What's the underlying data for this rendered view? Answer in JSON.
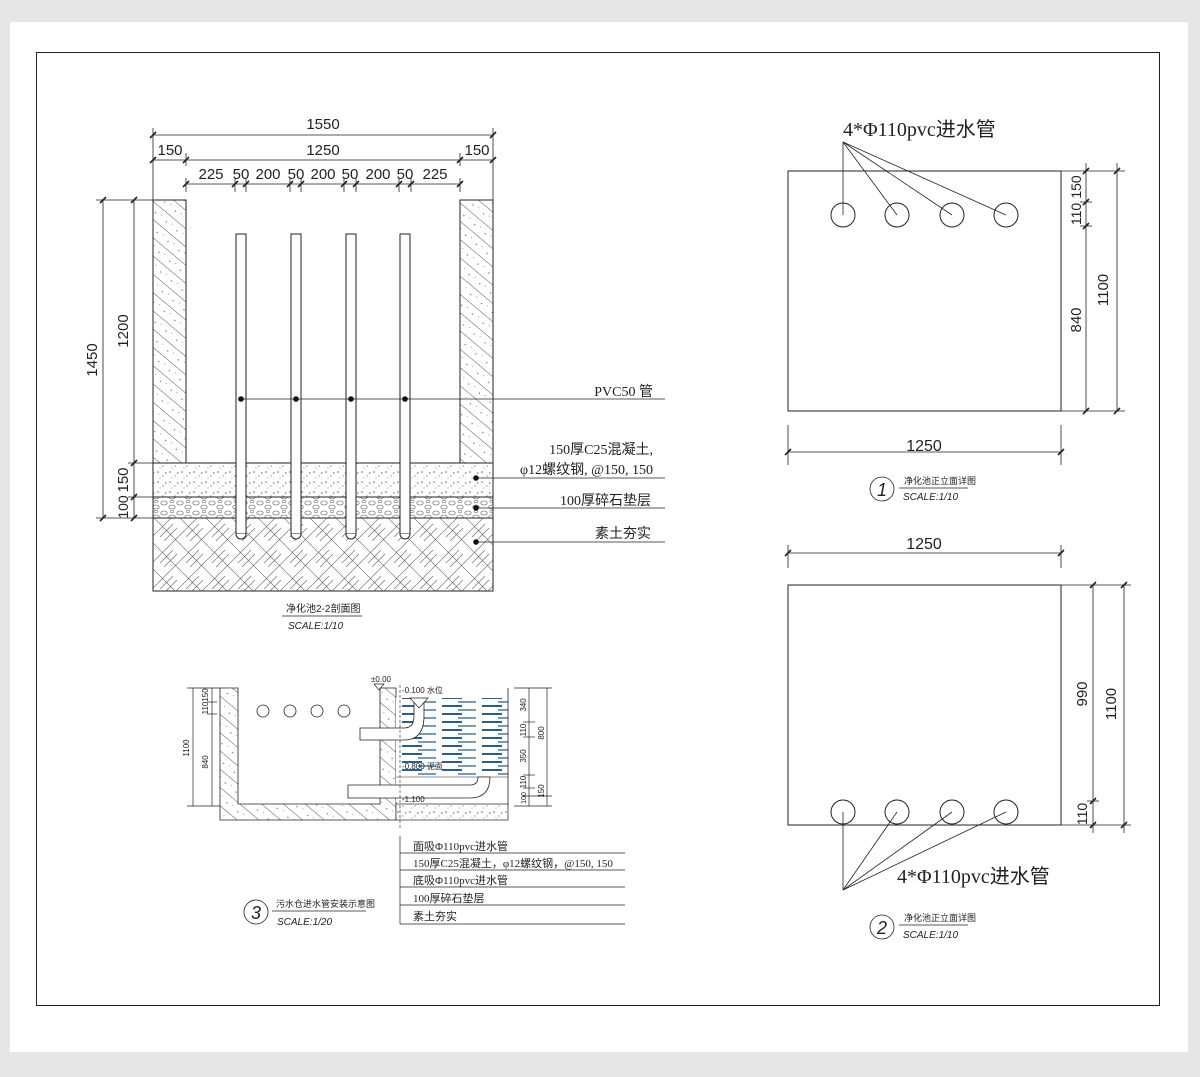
{
  "section_2_2": {
    "dims_top": [
      "1550",
      "150",
      "1250",
      "150"
    ],
    "dims_spacing": [
      "225",
      "50",
      "200",
      "50",
      "200",
      "50",
      "200",
      "50",
      "225"
    ],
    "dims_left": [
      "1450",
      "1200",
      "150",
      "100"
    ],
    "labels": {
      "pipe": "PVC50 管",
      "slab_line1": "150厚C25混凝土,",
      "slab_line2": "φ12螺纹钢, @150, 150",
      "gravel": "100厚碎石垫层",
      "soil": "素土夯实"
    },
    "title": "净化池2-2剖面图",
    "scale": "SCALE:1/10"
  },
  "detail_1": {
    "number": "1",
    "label_top": "4*Φ110pvc进水管",
    "dims_right": [
      "150",
      "110",
      "840",
      "1100"
    ],
    "dim_bottom": "1250",
    "title": "净化池正立面详图",
    "scale": "SCALE:1/10"
  },
  "detail_2": {
    "number": "2",
    "label_bottom": "4*Φ110pvc进水管",
    "dim_top": "1250",
    "dims_right": [
      "990",
      "110",
      "1100"
    ],
    "title": "净化池正立面详图",
    "scale": "SCALE:1/10"
  },
  "detail_3": {
    "number": "3",
    "levels": [
      "±0.00",
      "-0.100 水位",
      "-0.800 泥面",
      "-1.100"
    ],
    "dims_left": [
      "150",
      "110",
      "840",
      "1100"
    ],
    "dims_right": [
      "340",
      "110",
      "350",
      "800",
      "110",
      "100",
      "150"
    ],
    "notes": [
      "面吸Φ110pvc进水管",
      "150厚C25混凝土，φ12螺纹钢，@150, 150",
      "底吸Φ110pvc进水管",
      "100厚碎石垫层",
      "素土夯实"
    ],
    "title": "污水仓进水管安装示意图",
    "scale": "SCALE:1/20"
  }
}
